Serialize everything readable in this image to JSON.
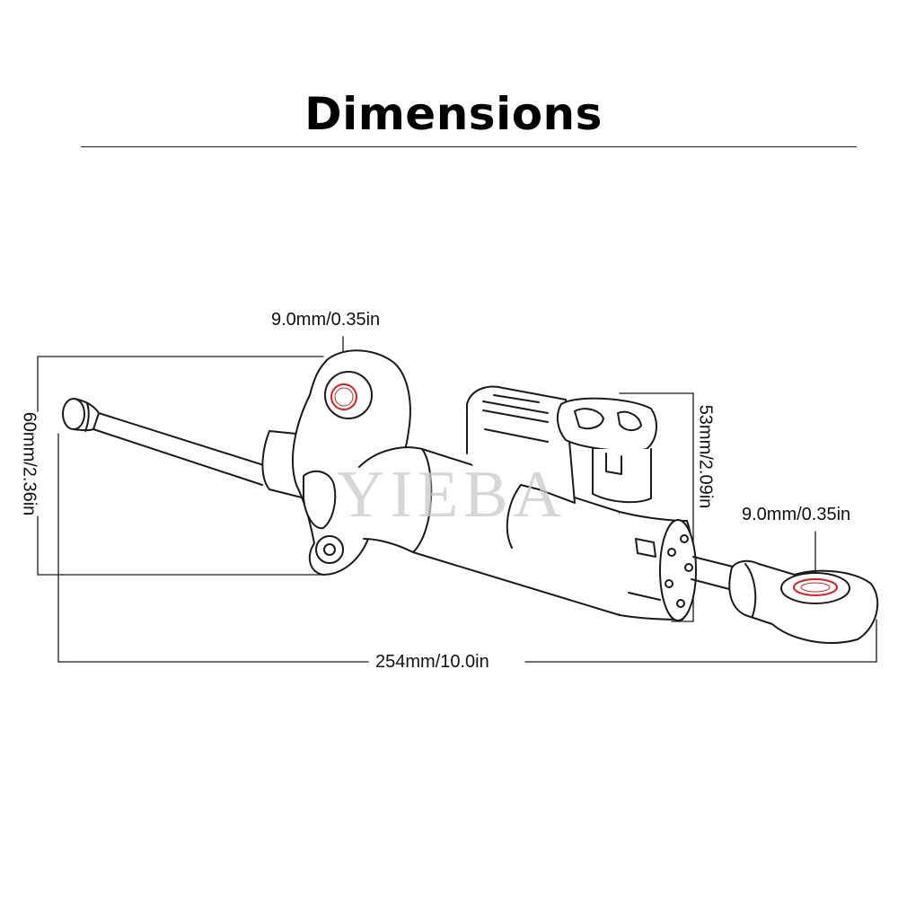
{
  "title": "Dimensions",
  "watermark": "YIEBA",
  "dimensions": {
    "top_hole": "9.0mm/0.35in",
    "right_hole": "9.0mm/0.35in",
    "left_height": "60mm/2.36in",
    "right_height": "53mm/2.09in",
    "total_length": "254mm/10.0in"
  },
  "colors": {
    "outline": "#1a1a1a",
    "hole_accent": "#d42020"
  }
}
